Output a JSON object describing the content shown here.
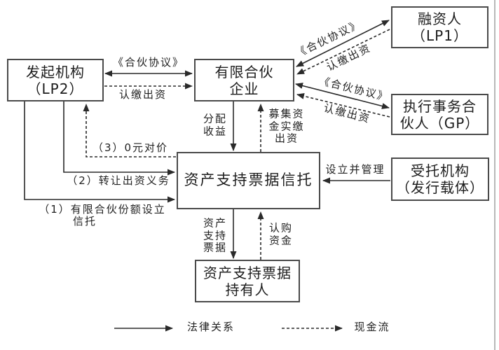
{
  "colors": {
    "ink": "#2a2a2a",
    "box_border": "#4a4a4a",
    "background": "#ffffff"
  },
  "nodes": {
    "sponsor": {
      "line1": "发起机构",
      "line2": "（LP2）"
    },
    "partnership": {
      "line1": "有限合伙",
      "line2": "企业"
    },
    "financier": {
      "line1": "融资人",
      "line2": "（LP1）"
    },
    "gp": {
      "line1": "执行事务合",
      "line2": "伙人（GP）"
    },
    "trust": {
      "label": "资产支持票据信托"
    },
    "trustee": {
      "line1": "受托机构",
      "line2": "（发行载体）"
    },
    "holders": {
      "line1": "资产支持票据",
      "line2": "持有人"
    }
  },
  "edge_labels": {
    "agreement_lp2": "《合伙协议》",
    "subscribe_lp2": "认缴出资",
    "agreement_lp1": "《合伙协议》",
    "subscribe_lp1": "认缴出资",
    "agreement_gp": "《合伙协议》",
    "subscribe_gp": "认缴出资",
    "distribute_income": {
      "line1": "分配",
      "line2": "收益"
    },
    "raised_funds": {
      "line1": "募集资",
      "line2": "金实缴",
      "line3": "出资"
    },
    "establish_manage": "设立并管理",
    "abn_notes": {
      "line1": "资产",
      "line2": "支持",
      "line3": "票据"
    },
    "subscription_funds": {
      "line1": "认购",
      "line2": "资金"
    },
    "step3_zero_consideration": "（3）0元对价",
    "step2_transfer_obligation": "（2）转让出资义务",
    "step1_share_trust": {
      "line1": "（1）有限合伙份额设立",
      "line2": "信托"
    }
  },
  "legend": {
    "legal_relation": "法律关系",
    "cash_flow": "现金流"
  }
}
